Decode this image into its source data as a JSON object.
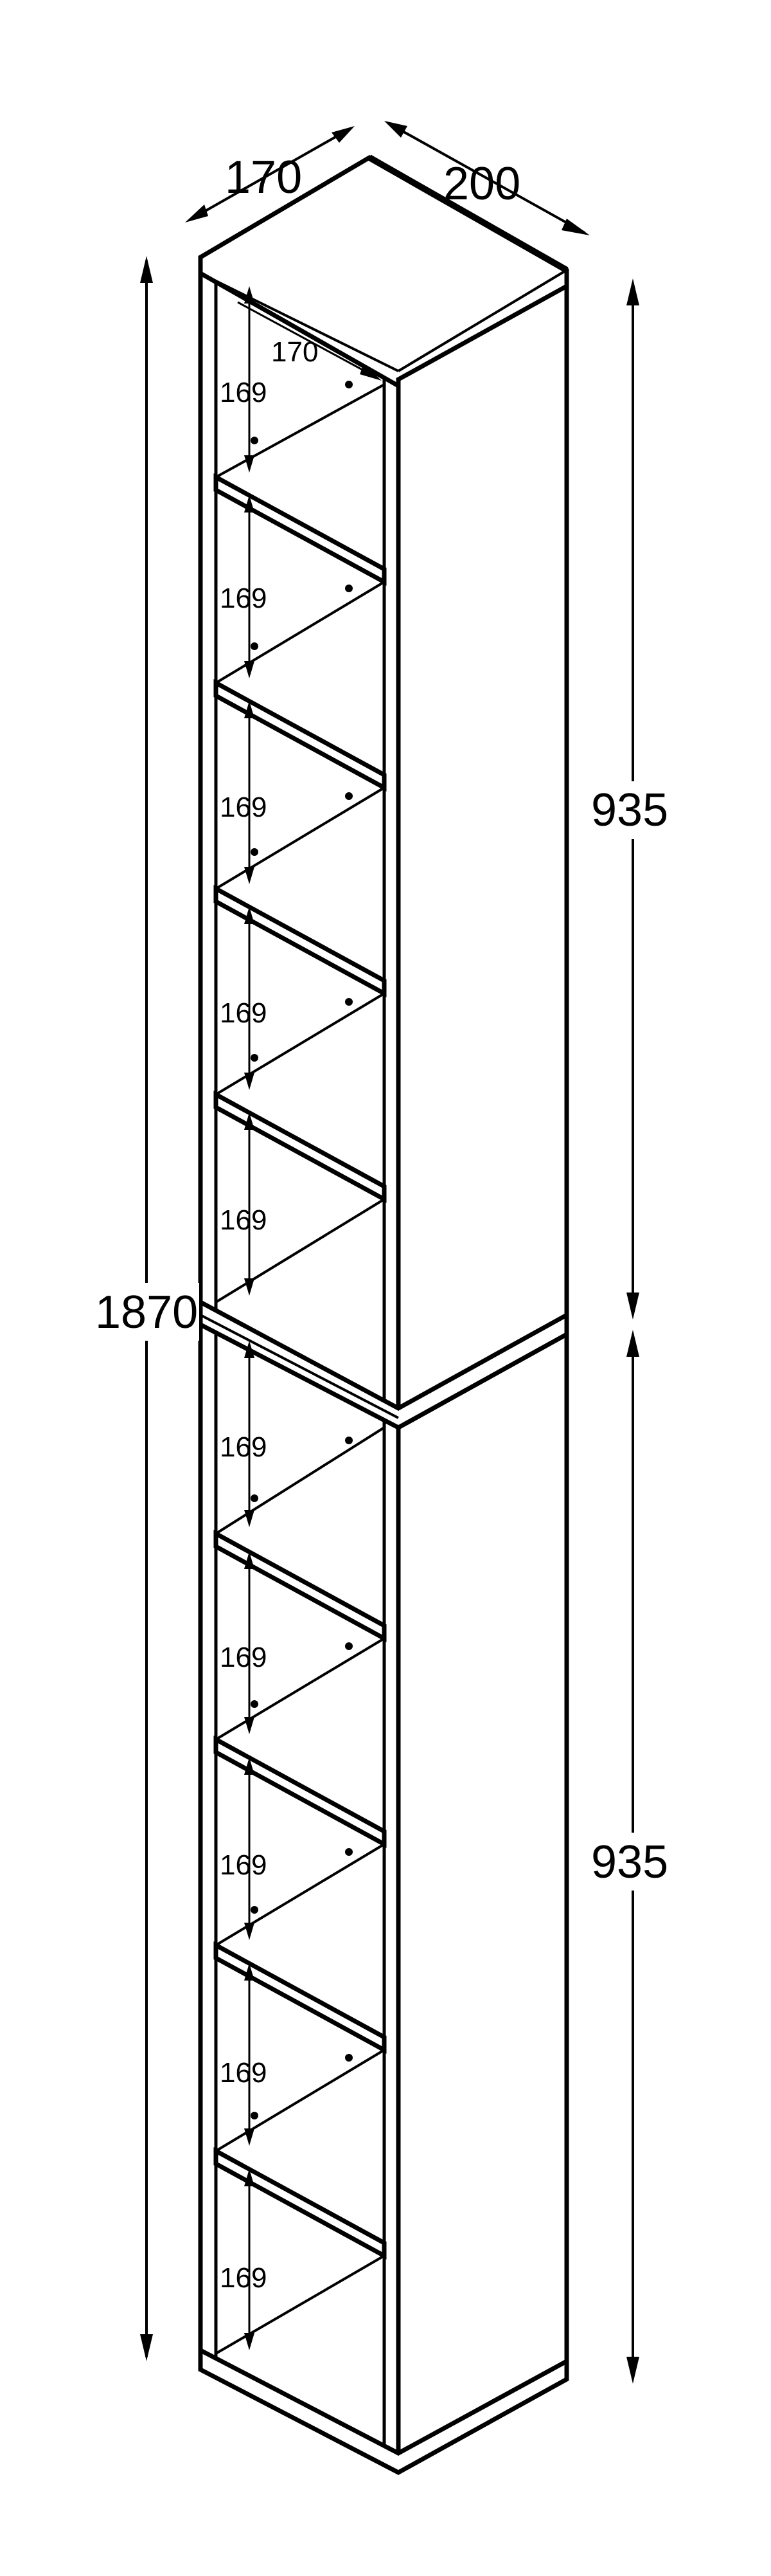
{
  "dimensions": {
    "depth_top": "170",
    "width_top": "200",
    "inner_depth": "170",
    "total_height": "1870",
    "upper_module_height": "935",
    "lower_module_height": "935",
    "compartment_height": "169"
  },
  "compartments": {
    "upper_count": 5,
    "lower_count": 5
  }
}
